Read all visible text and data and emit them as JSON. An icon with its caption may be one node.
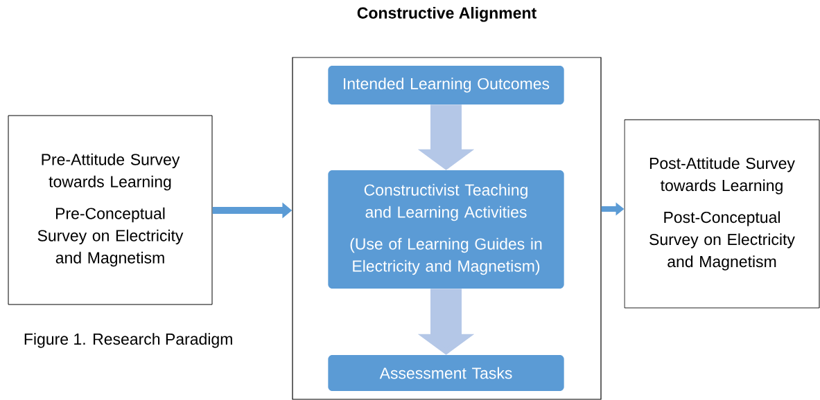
{
  "diagram": {
    "caption": "Figure 1.  Research Paradigm",
    "nodes": [
      {
        "text": [
          "Pre-Attitude Survey towards Learning",
          "Pre-Conceptual Survey on Electricity and Magnetism"
        ]
      },
      {
        "text": [
          "Constructive Alignment"
        ]
      },
      {
        "text": [
          "Intended Learning Outcomes"
        ],
        "in": 1
      },
      {
        "text": [
          "Constructivist Teaching and Learning Activities",
          "(Use of Learning Guides in Electricity and Magnetism)"
        ],
        "in": 1
      },
      {
        "text": [
          "Assessment Tasks"
        ],
        "in": 1
      },
      {
        "text": [
          "Post-Attitude Survey towards Learning",
          "Post-Conceptual Survey on Electricity and Magnetism"
        ]
      }
    ],
    "edges": [
      {
        "from": 0,
        "to": 1,
        "arrow": "to",
        "color": "#5b9bd5"
      },
      {
        "from": 2,
        "to": 3,
        "arrow": "to",
        "style": "thick",
        "color": "#b4c7e7"
      },
      {
        "from": 3,
        "to": 4,
        "arrow": "to",
        "style": "thick",
        "color": "#b4c7e7"
      },
      {
        "from": 1,
        "to": 5,
        "arrow": "to",
        "color": "#5b9bd5"
      }
    ]
  }
}
